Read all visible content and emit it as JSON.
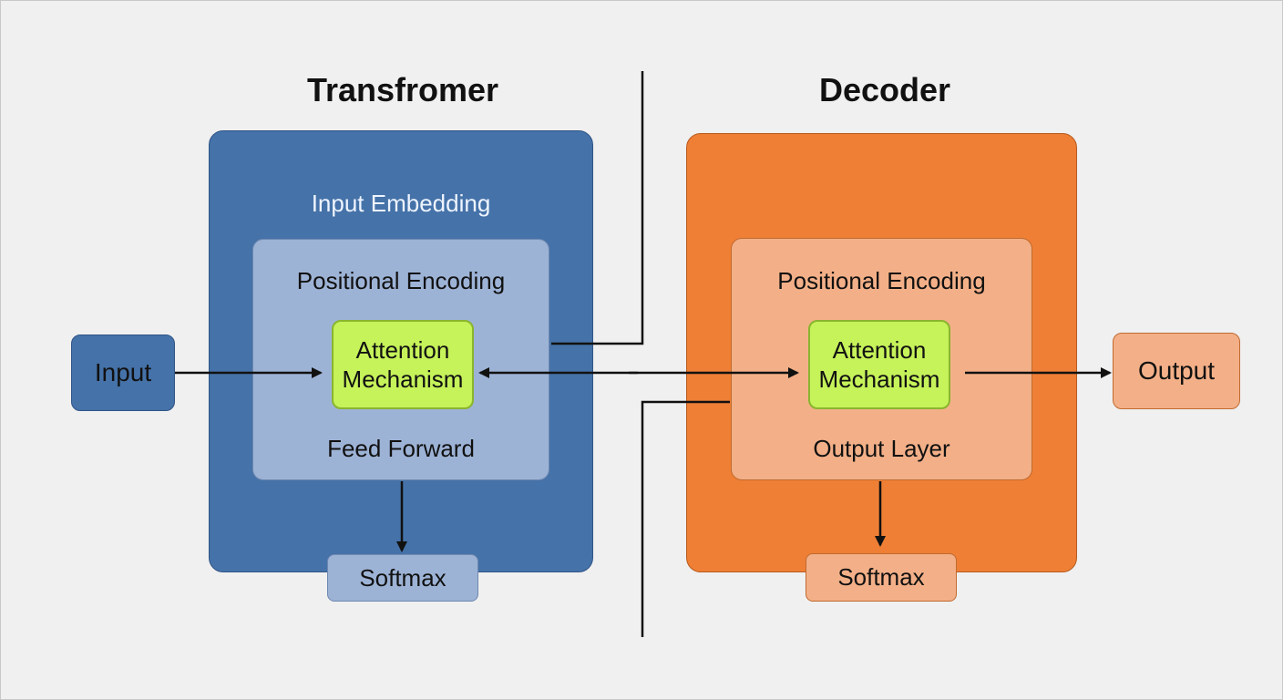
{
  "encoder": {
    "title": "Transfromer",
    "outer_label": "Input Embedding",
    "inner_top_label": "Positional Encoding",
    "attention_label_line1": "Attention",
    "attention_label_line2": "Mechanism",
    "inner_bottom_label": "Feed Forward",
    "softmax_label": "Softmax"
  },
  "decoder": {
    "title": "Decoder",
    "inner_top_label": "Positional Encoding",
    "attention_label_line1": "Attention",
    "attention_label_line2": "Mechanism",
    "inner_bottom_label": "Output Layer",
    "softmax_label": "Softmax"
  },
  "io": {
    "input_label": "Input",
    "output_label": "Output"
  },
  "colors": {
    "background": "#f0f0f0",
    "encoder_outer": "#4572a8",
    "encoder_inner": "#9db3d6",
    "decoder_outer": "#ee7f35",
    "decoder_inner": "#f3b088",
    "attention": "#c6f25a",
    "line": "#111111"
  }
}
